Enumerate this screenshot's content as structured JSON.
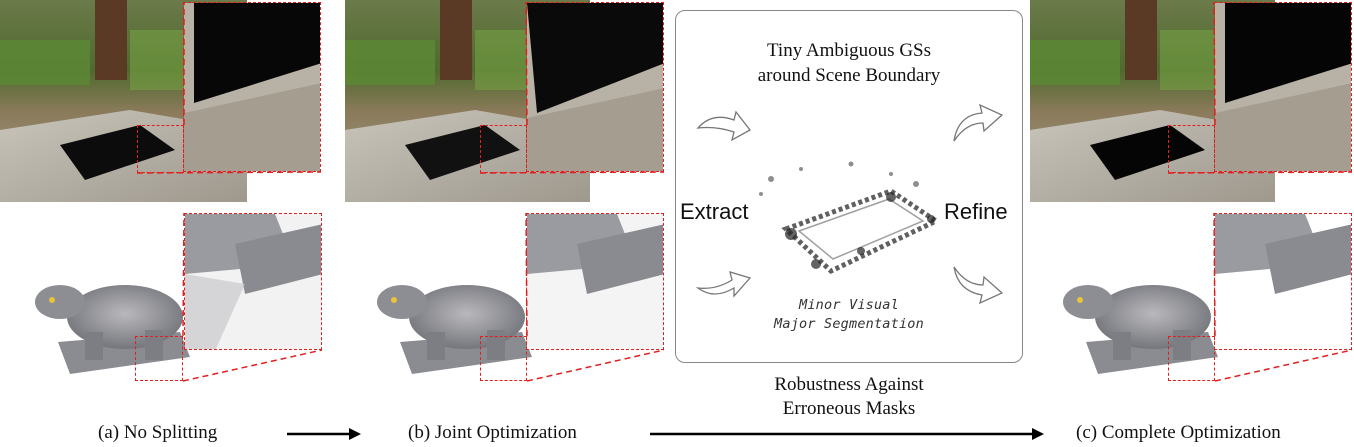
{
  "panel": {
    "title_line1": "Tiny Ambiguous GSs",
    "title_line2": "around Scene Boundary",
    "extract_label": "Extract",
    "refine_label": "Refine",
    "note_line1": "Minor Visual",
    "note_line2": "Major Segmentation"
  },
  "robustness": {
    "line1": "Robustness Against",
    "line2": "Erroneous Masks"
  },
  "captions": {
    "a": "(a) No Splitting",
    "b": "(b) Joint Optimization",
    "c": "(c) Complete Optimization"
  },
  "colors": {
    "zoom_box": "#e02020",
    "arrow": "#000000",
    "panel_border": "#888888"
  }
}
